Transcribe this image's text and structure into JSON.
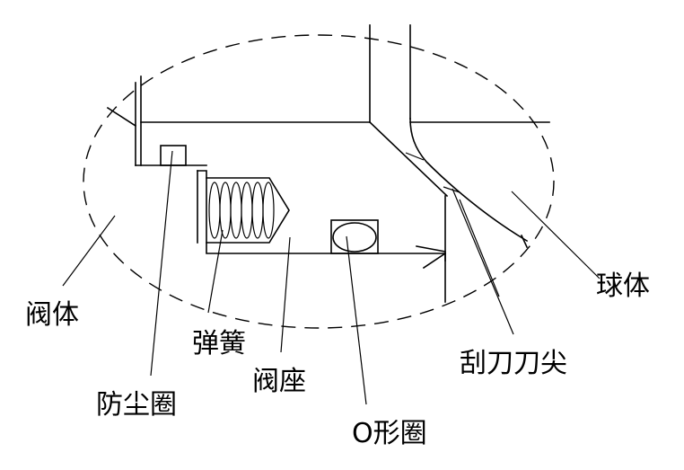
{
  "labels": {
    "valve_body": "阀体",
    "dust_ring": "防尘圈",
    "spring": "弹簧",
    "valve_seat": "阀座",
    "o_ring": "O形圈",
    "scraper_tip": "刮刀刀尖",
    "ball": "球体"
  }
}
